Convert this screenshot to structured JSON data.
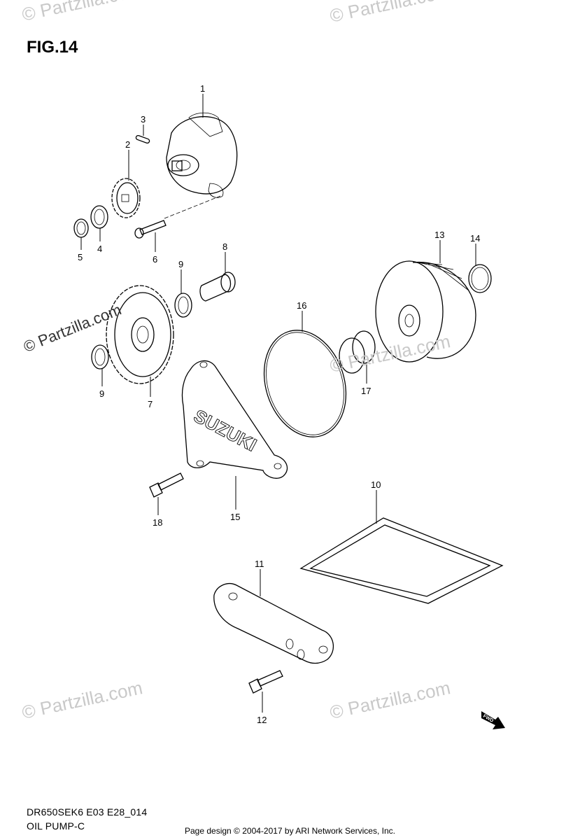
{
  "figure_title": "FIG.14",
  "model_code": "DR650SEK6 E03 E28_014",
  "diagram_name": "OIL PUMP-C",
  "footer": "Page design © 2004-2017 by ARI Network Services, Inc.",
  "watermark": "© Partzilla.com",
  "emblem_text": "SUZUKI",
  "fwd_label": "FWD",
  "callouts": [
    "1",
    "2",
    "3",
    "4",
    "5",
    "6",
    "7",
    "8",
    "9",
    "9",
    "10",
    "11",
    "12",
    "13",
    "14",
    "15",
    "16",
    "17",
    "18"
  ]
}
